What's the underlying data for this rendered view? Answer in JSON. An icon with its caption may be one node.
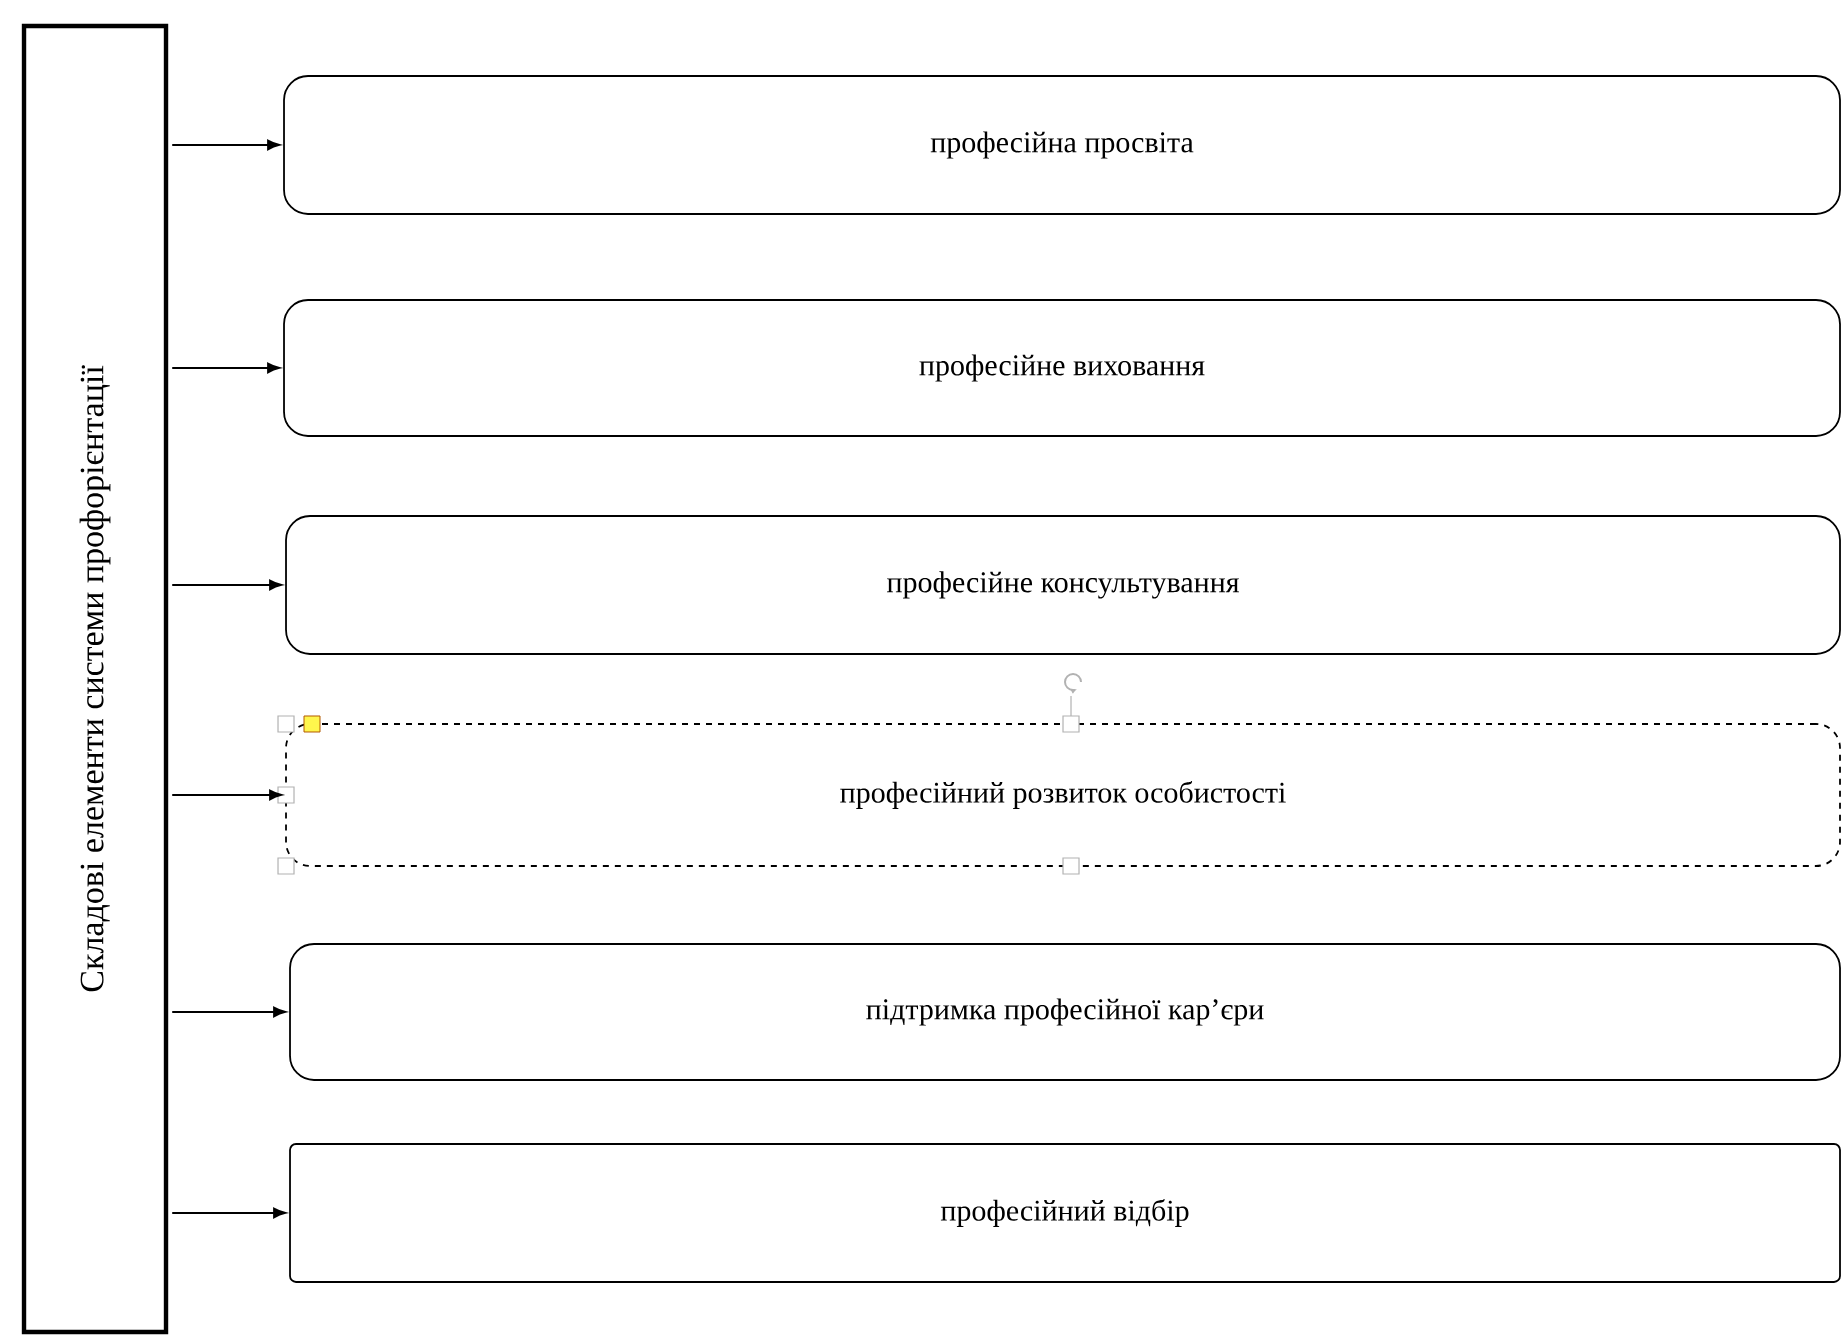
{
  "diagram": {
    "nodes": [
      {
        "text": [
          "Складові елементи системи профорієнтації"
        ]
      },
      {
        "text": [
          "професійна просвіта"
        ]
      },
      {
        "text": [
          "професійне виховання"
        ]
      },
      {
        "text": [
          "професійне консультування"
        ]
      },
      {
        "text": [
          "професійний розвиток особистості"
        ]
      },
      {
        "text": [
          "підтримка професійної кар’єри"
        ]
      },
      {
        "text": [
          "професійний відбір"
        ]
      }
    ],
    "edges": [
      {
        "from": 0,
        "to": 1,
        "arrow": "to"
      },
      {
        "from": 0,
        "to": 2,
        "arrow": "to"
      },
      {
        "from": 0,
        "to": 3,
        "arrow": "to"
      },
      {
        "from": 0,
        "to": 4,
        "arrow": "to"
      },
      {
        "from": 0,
        "to": 5,
        "arrow": "to"
      },
      {
        "from": 0,
        "to": 6,
        "arrow": "to"
      }
    ]
  }
}
